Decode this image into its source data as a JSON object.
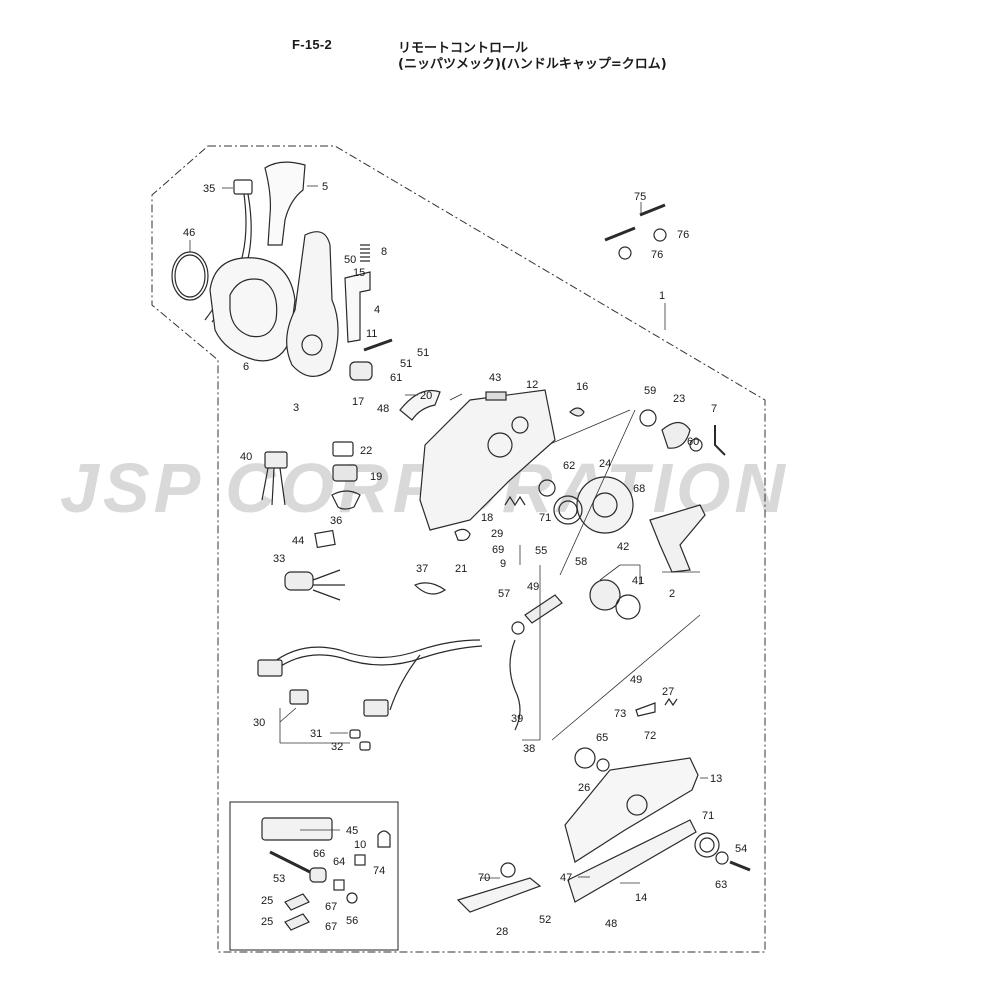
{
  "header": {
    "page_code": "F-15-2",
    "title_line1": "リモートコントロール",
    "title_line2": "(ニッパツメック)(ハンドルキャップ=クロム)"
  },
  "watermark": {
    "text": "JSP CORPORATION"
  },
  "callouts": [
    {
      "id": "c35",
      "label": "35"
    },
    {
      "id": "c5",
      "label": "5"
    },
    {
      "id": "c46",
      "label": "46"
    },
    {
      "id": "c8",
      "label": "8"
    },
    {
      "id": "c50",
      "label": "50"
    },
    {
      "id": "c15",
      "label": "15"
    },
    {
      "id": "c4",
      "label": "4"
    },
    {
      "id": "c11",
      "label": "11"
    },
    {
      "id": "c51a",
      "label": "51"
    },
    {
      "id": "c51b",
      "label": "51"
    },
    {
      "id": "c6",
      "label": "6"
    },
    {
      "id": "c3",
      "label": "3"
    },
    {
      "id": "c17",
      "label": "17"
    },
    {
      "id": "c61",
      "label": "61"
    },
    {
      "id": "c48a",
      "label": "48"
    },
    {
      "id": "c20",
      "label": "20"
    },
    {
      "id": "c75",
      "label": "75"
    },
    {
      "id": "c76a",
      "label": "76"
    },
    {
      "id": "c76b",
      "label": "76"
    },
    {
      "id": "c1",
      "label": "1"
    },
    {
      "id": "c43",
      "label": "43"
    },
    {
      "id": "c12",
      "label": "12"
    },
    {
      "id": "c16",
      "label": "16"
    },
    {
      "id": "c59",
      "label": "59"
    },
    {
      "id": "c23",
      "label": "23"
    },
    {
      "id": "c7",
      "label": "7"
    },
    {
      "id": "c60",
      "label": "60"
    },
    {
      "id": "c40",
      "label": "40"
    },
    {
      "id": "c22",
      "label": "22"
    },
    {
      "id": "c19",
      "label": "19"
    },
    {
      "id": "c36",
      "label": "36"
    },
    {
      "id": "c62",
      "label": "62"
    },
    {
      "id": "c24",
      "label": "24"
    },
    {
      "id": "c68",
      "label": "68"
    },
    {
      "id": "c18",
      "label": "18"
    },
    {
      "id": "c71a",
      "label": "71"
    },
    {
      "id": "c29",
      "label": "29"
    },
    {
      "id": "c44",
      "label": "44"
    },
    {
      "id": "c69",
      "label": "69"
    },
    {
      "id": "c55",
      "label": "55"
    },
    {
      "id": "c42",
      "label": "42"
    },
    {
      "id": "c9",
      "label": "9"
    },
    {
      "id": "c58",
      "label": "58"
    },
    {
      "id": "c21",
      "label": "21"
    },
    {
      "id": "c33",
      "label": "33"
    },
    {
      "id": "c41",
      "label": "41"
    },
    {
      "id": "c2",
      "label": "2"
    },
    {
      "id": "c37",
      "label": "37"
    },
    {
      "id": "c49a",
      "label": "49"
    },
    {
      "id": "c57",
      "label": "57"
    },
    {
      "id": "c39",
      "label": "39"
    },
    {
      "id": "c38",
      "label": "38"
    },
    {
      "id": "c49b",
      "label": "49"
    },
    {
      "id": "c27",
      "label": "27"
    },
    {
      "id": "c73",
      "label": "73"
    },
    {
      "id": "c72",
      "label": "72"
    },
    {
      "id": "c30",
      "label": "30"
    },
    {
      "id": "c31",
      "label": "31"
    },
    {
      "id": "c32",
      "label": "32"
    },
    {
      "id": "c65",
      "label": "65"
    },
    {
      "id": "c13",
      "label": "13"
    },
    {
      "id": "c26",
      "label": "26"
    },
    {
      "id": "c45",
      "label": "45"
    },
    {
      "id": "c10",
      "label": "10"
    },
    {
      "id": "c74",
      "label": "74"
    },
    {
      "id": "c66",
      "label": "66"
    },
    {
      "id": "c64",
      "label": "64"
    },
    {
      "id": "c53",
      "label": "53"
    },
    {
      "id": "c71b",
      "label": "71"
    },
    {
      "id": "c54",
      "label": "54"
    },
    {
      "id": "c63",
      "label": "63"
    },
    {
      "id": "c47",
      "label": "47"
    },
    {
      "id": "c70",
      "label": "70"
    },
    {
      "id": "c14",
      "label": "14"
    },
    {
      "id": "c25a",
      "label": "25"
    },
    {
      "id": "c67a",
      "label": "67"
    },
    {
      "id": "c25b",
      "label": "25"
    },
    {
      "id": "c67b",
      "label": "67"
    },
    {
      "id": "c56",
      "label": "56"
    },
    {
      "id": "c52",
      "label": "52"
    },
    {
      "id": "c28",
      "label": "28"
    },
    {
      "id": "c48b",
      "label": "48"
    }
  ]
}
